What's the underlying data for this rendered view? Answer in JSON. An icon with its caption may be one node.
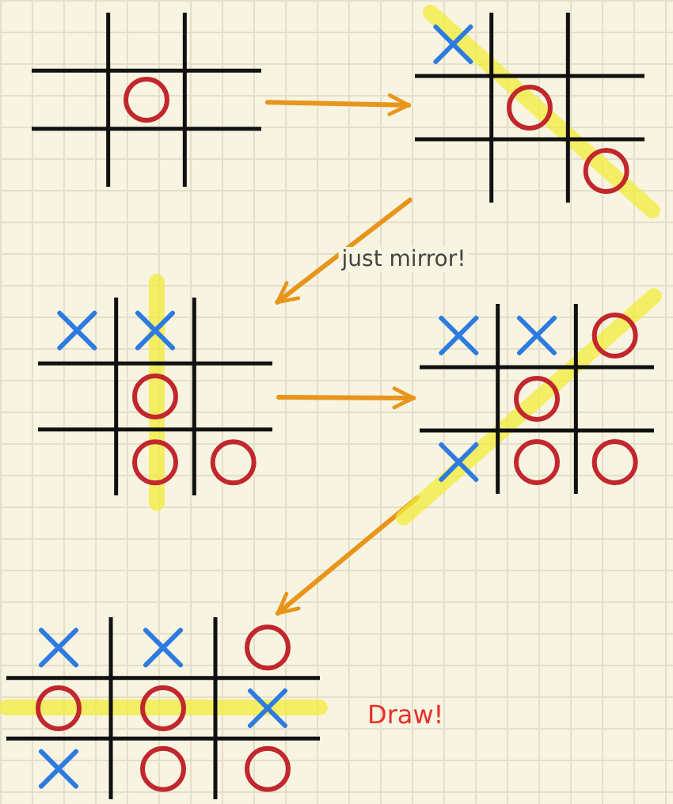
{
  "diagram": {
    "nodes": [
      {
        "text": [],
        "shape": "picture"
      },
      {
        "text": [],
        "shape": "picture"
      },
      {
        "text": [],
        "shape": "picture"
      },
      {
        "text": [],
        "shape": "picture"
      },
      {
        "text": [],
        "shape": "picture"
      }
    ],
    "edges": [
      {
        "from": 0,
        "to": 1,
        "arrow": "to"
      },
      {
        "from": 1,
        "to": 2,
        "arrow": "to",
        "label": "just mirror!"
      },
      {
        "from": 2,
        "to": 3,
        "arrow": "to"
      },
      {
        "from": 3,
        "to": 4,
        "arrow": "to"
      }
    ],
    "labels": [
      "Draw!"
    ]
  }
}
